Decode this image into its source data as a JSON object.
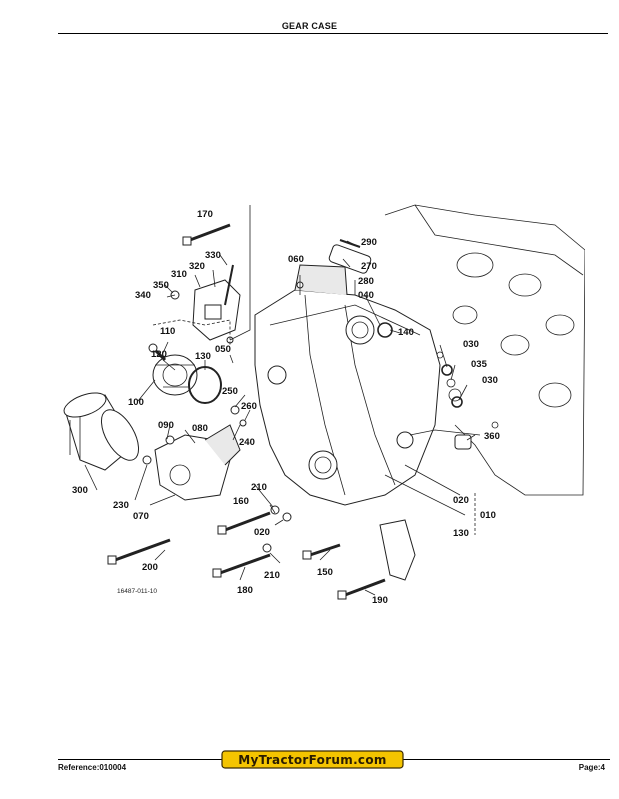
{
  "header": {
    "title": "GEAR CASE"
  },
  "footer": {
    "reference": "Reference:010004",
    "page": "Page:4",
    "logo_text": "MyTractorForum.com"
  },
  "diagram": {
    "drawing_code": "16487-011-10",
    "labels": {
      "p170": "170",
      "p330": "330",
      "p320": "320",
      "p310": "310",
      "p350": "350",
      "p340": "340",
      "p110": "110",
      "p120": "120",
      "p130": "130",
      "p050": "050",
      "p060": "060",
      "p290": "290",
      "p270": "270",
      "p280": "280",
      "p040": "040",
      "p140": "140",
      "p030a": "030",
      "p035": "035",
      "p030b": "030",
      "p360": "360",
      "p100": "100",
      "p250": "250",
      "p260": "260",
      "p090": "090",
      "p080": "080",
      "p240": "240",
      "p300": "300",
      "p230": "230",
      "p070": "070",
      "p210a": "210",
      "p160": "160",
      "p020a": "020",
      "p020b": "020",
      "p010": "010",
      "p130b": "130",
      "p200": "200",
      "p150": "150",
      "p210b": "210",
      "p180": "180",
      "p190": "190"
    }
  }
}
